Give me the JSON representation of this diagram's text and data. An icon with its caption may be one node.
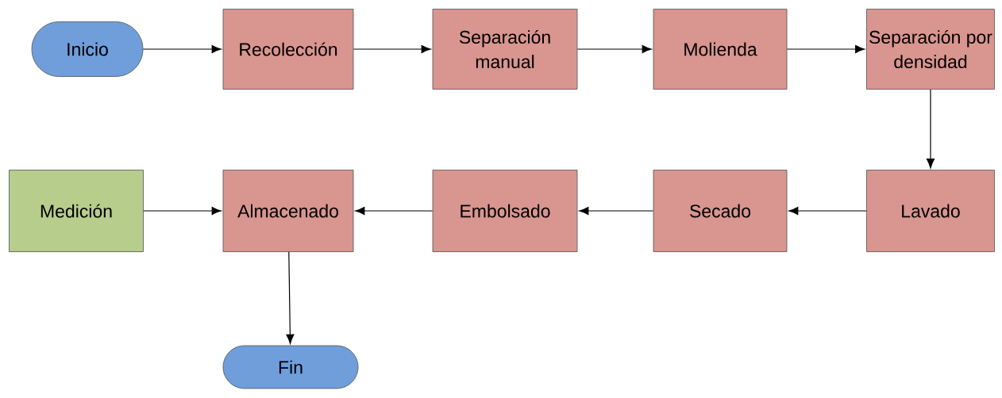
{
  "diagram": {
    "nodes": [
      {
        "text": [
          "Inicio"
        ]
      },
      {
        "text": [
          "Recolección"
        ]
      },
      {
        "text": [
          "Separación manual"
        ]
      },
      {
        "text": [
          "Molienda"
        ]
      },
      {
        "text": [
          "Separación por densidad"
        ]
      },
      {
        "text": [
          "Lavado"
        ]
      },
      {
        "text": [
          "Secado"
        ]
      },
      {
        "text": [
          "Embolsado"
        ]
      },
      {
        "text": [
          "Almacenado"
        ]
      },
      {
        "text": [
          "Medición"
        ]
      },
      {
        "text": [
          "Fin"
        ]
      }
    ],
    "edges": [
      {
        "from": 0,
        "to": 1,
        "arrow": "to"
      },
      {
        "from": 1,
        "to": 2,
        "arrow": "to"
      },
      {
        "from": 2,
        "to": 3,
        "arrow": "to"
      },
      {
        "from": 3,
        "to": 4,
        "arrow": "to"
      },
      {
        "from": 4,
        "to": 5,
        "arrow": "to"
      },
      {
        "from": 5,
        "to": 6,
        "arrow": "to"
      },
      {
        "from": 6,
        "to": 7,
        "arrow": "to"
      },
      {
        "from": 7,
        "to": 8,
        "arrow": "to"
      },
      {
        "from": 9,
        "to": 8,
        "arrow": "to"
      },
      {
        "from": 8,
        "to": 10,
        "arrow": "to"
      }
    ]
  }
}
